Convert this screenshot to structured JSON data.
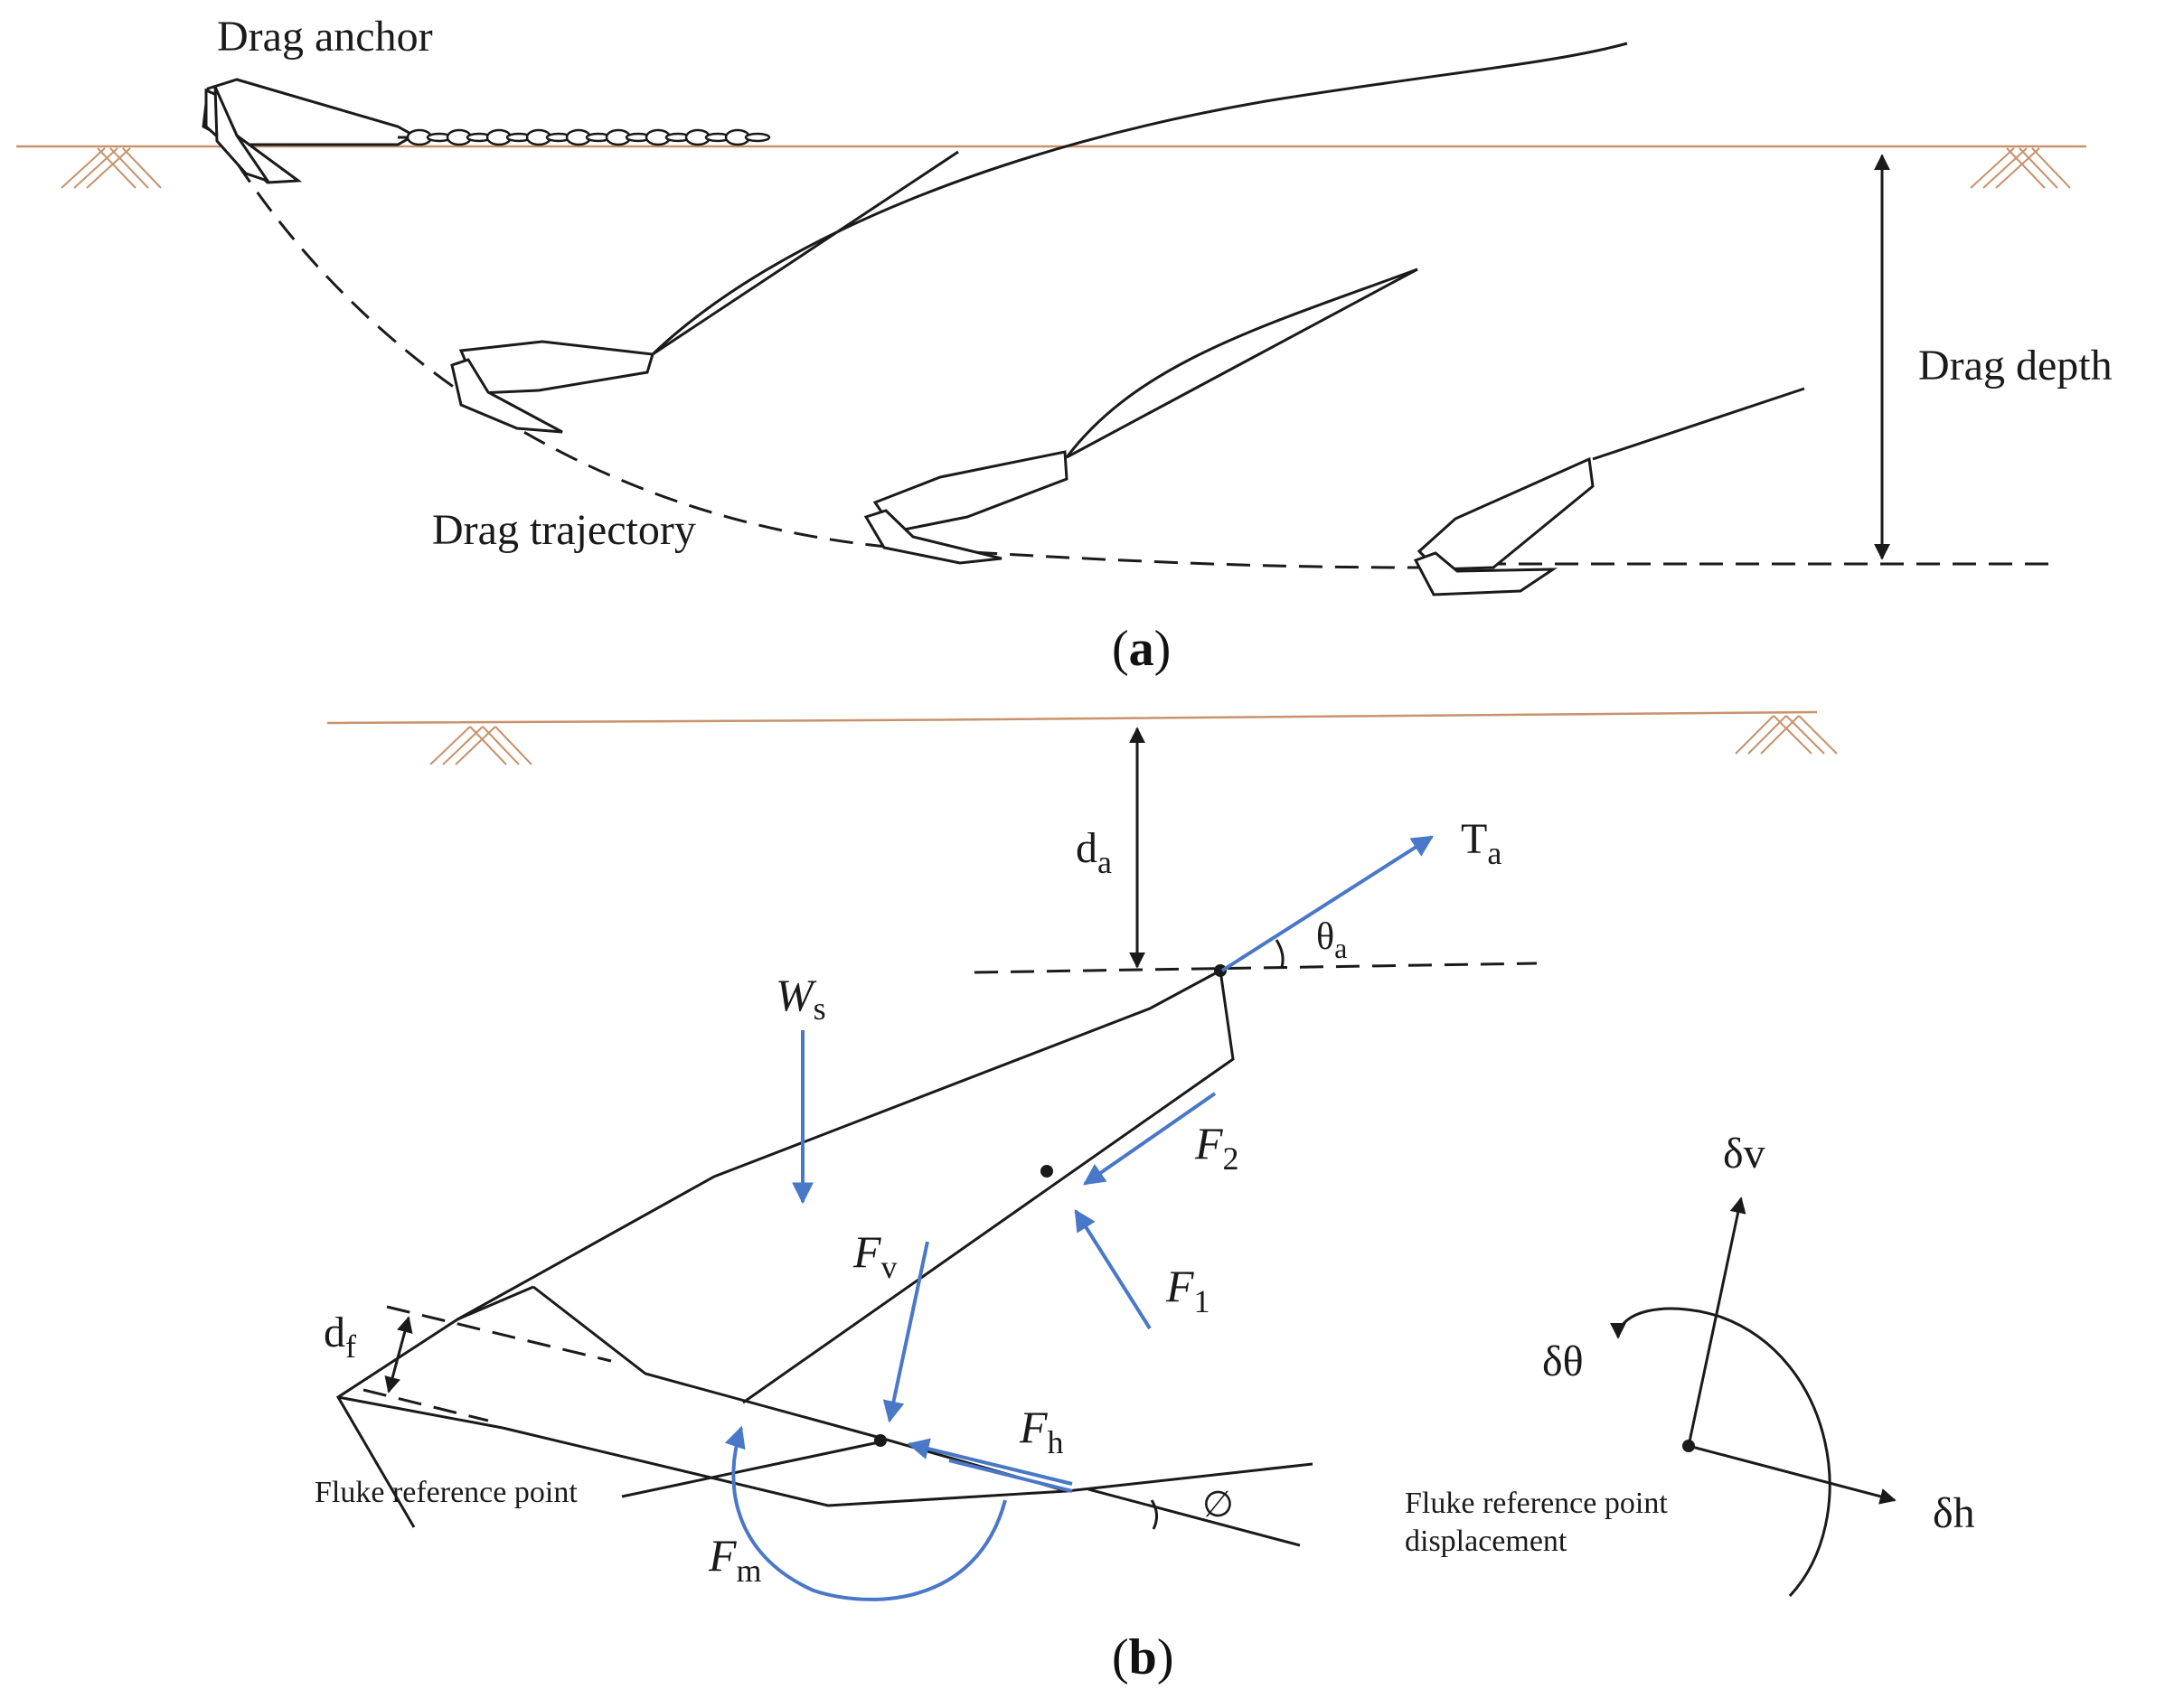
{
  "colors": {
    "ground": "#c8926c",
    "force": "#4a78c8",
    "ink": "#1a1a1a"
  },
  "panel_a": {
    "caption_open": "(",
    "caption_letter": "a",
    "caption_close": ")",
    "drag_anchor": "Drag anchor",
    "drag_depth": "Drag depth",
    "drag_trajectory": "Drag trajectory"
  },
  "panel_b": {
    "caption_open": "(",
    "caption_letter": "b",
    "caption_close": ")",
    "da": {
      "main": "d",
      "sub": "a"
    },
    "Ta": {
      "main": "T",
      "sub": "a"
    },
    "theta_a": {
      "main": "θ",
      "sub": "a"
    },
    "Ws": {
      "main": "W",
      "sub": "s"
    },
    "F2": {
      "main": "F",
      "sub": "2"
    },
    "F1": {
      "main": "F",
      "sub": "1"
    },
    "Fv": {
      "main": "F",
      "sub": "v"
    },
    "Fh": {
      "main": "F",
      "sub": "h"
    },
    "Fm": {
      "main": "F",
      "sub": "m"
    },
    "df": {
      "main": "d",
      "sub": "f"
    },
    "phi": "∅",
    "fluke_ref": "Fluke reference point",
    "delta_v": "δv",
    "delta_h": "δh",
    "delta_theta": "δθ",
    "displacement_line1": "Fluke reference point",
    "displacement_line2": "displacement"
  }
}
